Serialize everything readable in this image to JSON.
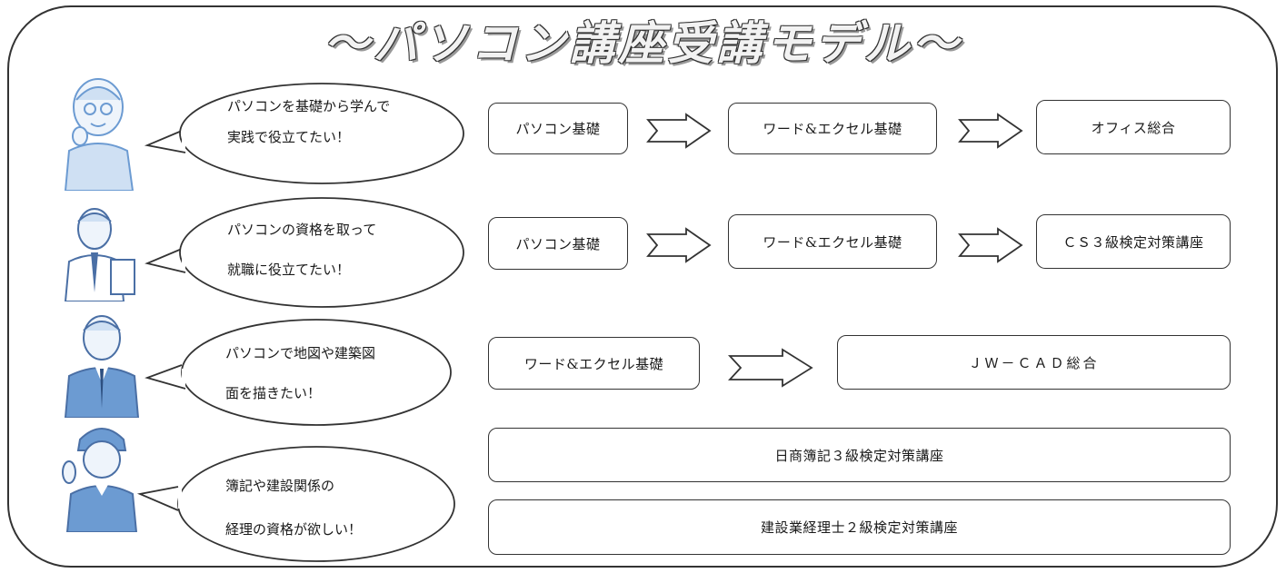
{
  "title": "～パソコン講座受講モデル～",
  "rows": [
    {
      "speech": [
        "パソコンを基礎から学んで",
        "実践で役立てたい！"
      ],
      "steps": [
        "パソコン基礎",
        "ワード&エクセル基礎",
        "オフィス総合"
      ]
    },
    {
      "speech": [
        "パソコンの資格を取って",
        "就職に役立てたい！"
      ],
      "steps": [
        "パソコン基礎",
        "ワード&エクセル基礎",
        "ＣＳ３級検定対策講座"
      ]
    },
    {
      "speech": [
        "パソコンで地図や建築図",
        "面を描きたい！"
      ],
      "steps": [
        "ワード&エクセル基礎",
        "ＪＷ－ＣＡＤ総合"
      ]
    },
    {
      "speech": [
        "簿記や建設関係の",
        "経理の資格が欲しい！"
      ],
      "steps": [
        "日商簿記３級検定対策講座",
        "建設業経理士２級検定対策講座"
      ]
    }
  ],
  "colors": {
    "outline": "#333333",
    "person_blue": "#6c9bd2",
    "person_light": "#cfe0f3",
    "skin": "#eef4fb"
  }
}
